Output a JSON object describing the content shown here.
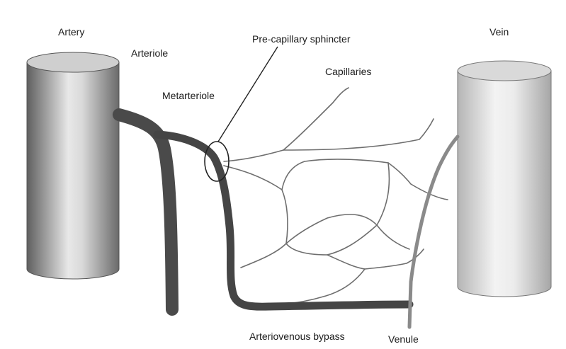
{
  "labels": {
    "artery": "Artery",
    "arteriole": "Arteriole",
    "metarteriole": "Metarteriole",
    "precapillary_sphincter": "Pre-capillary sphincter",
    "capillaries": "Capillaries",
    "vein": "Vein",
    "arteriovenous_bypass": "Arteriovenous bypass",
    "venule": "Venule"
  },
  "colors": {
    "vessel_dark": "#4a4a4a",
    "venule_gray": "#8a8a8a",
    "capillary_line": "#6e6e6e",
    "cylinder_top": "#cfcfcf"
  }
}
